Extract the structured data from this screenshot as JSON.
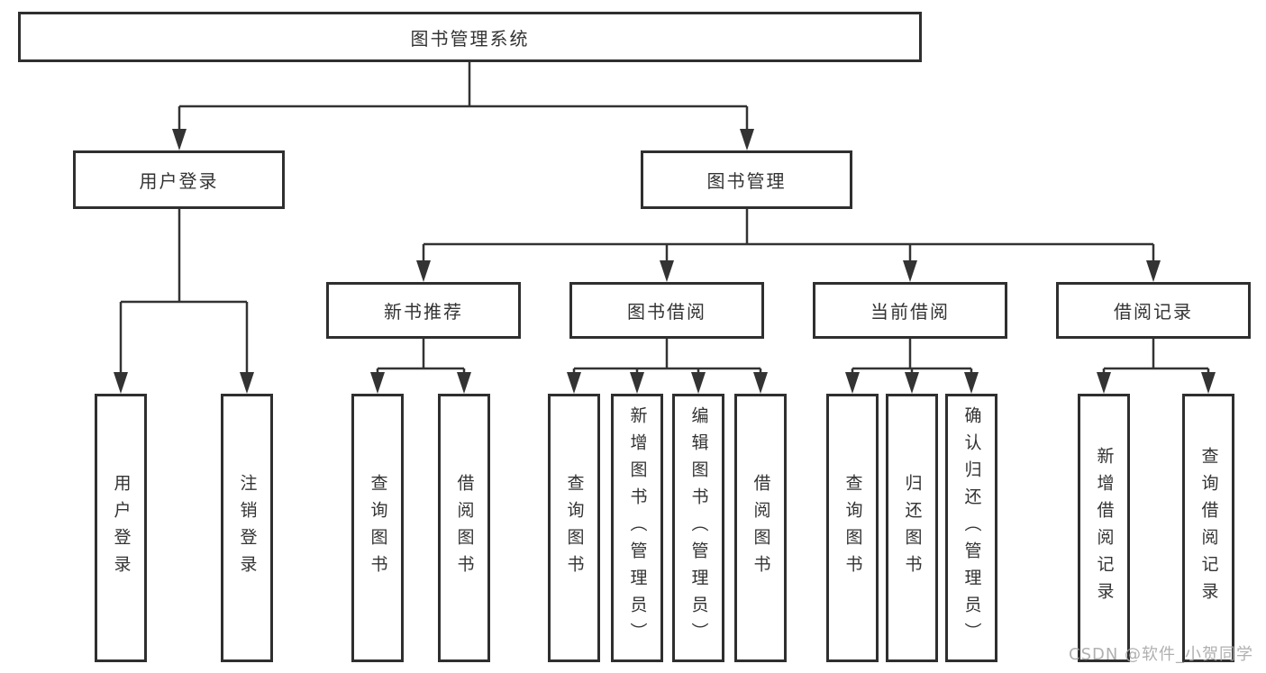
{
  "colors": {
    "background": "#ffffff",
    "line": "#333333",
    "text": "#333333",
    "watermark": "#a8a8a8"
  },
  "watermark": "CSDN @软件_小贺同学",
  "diagram": {
    "root": {
      "label": "图书管理系统"
    },
    "branches": [
      {
        "label": "用户登录",
        "children": [
          {
            "label": "用户登录"
          },
          {
            "label": "注销登录"
          }
        ]
      },
      {
        "label": "图书管理",
        "children": [
          {
            "label": "新书推荐",
            "children": [
              {
                "label": "查询图书"
              },
              {
                "label": "借阅图书"
              }
            ]
          },
          {
            "label": "图书借阅",
            "children": [
              {
                "label": "查询图书"
              },
              {
                "label": "新增图书（管理员）"
              },
              {
                "label": "编辑图书（管理员）"
              },
              {
                "label": "借阅图书"
              }
            ]
          },
          {
            "label": "当前借阅",
            "children": [
              {
                "label": "查询图书"
              },
              {
                "label": "归还图书"
              },
              {
                "label": "确认归还（管理员）"
              }
            ]
          },
          {
            "label": "借阅记录",
            "children": [
              {
                "label": "新增借阅记录"
              },
              {
                "label": "查询借阅记录"
              }
            ]
          }
        ]
      }
    ]
  }
}
